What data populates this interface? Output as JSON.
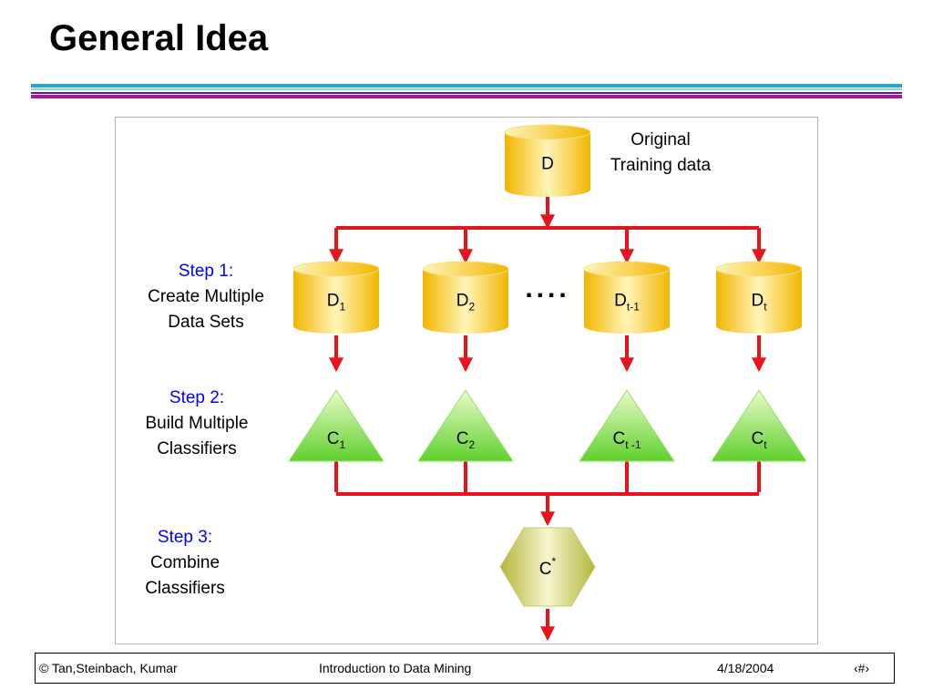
{
  "slide": {
    "title": "General Idea"
  },
  "diagram": {
    "original_label": [
      "Original",
      "Training data"
    ],
    "root_dataset": {
      "label": "D",
      "sub": ""
    },
    "datasets": [
      {
        "label": "D",
        "sub": "1"
      },
      {
        "label": "D",
        "sub": "2"
      },
      {
        "label": "D",
        "sub": "t-1"
      },
      {
        "label": "D",
        "sub": "t"
      }
    ],
    "classifiers": [
      {
        "label": "C",
        "sub": "1"
      },
      {
        "label": "C",
        "sub": "2"
      },
      {
        "label": "C",
        "sub": "t -1"
      },
      {
        "label": "C",
        "sub": "t"
      }
    ],
    "combined": {
      "label": "C",
      "sup": "*"
    },
    "ellipsis": "....",
    "steps": [
      {
        "title": "Step 1:",
        "desc": [
          "Create Multiple",
          "Data Sets"
        ]
      },
      {
        "title": "Step 2:",
        "desc": [
          "Build Multiple",
          "Classifiers"
        ]
      },
      {
        "title": "Step 3:",
        "desc": [
          "Combine",
          "Classifiers"
        ]
      }
    ],
    "colors": {
      "arrow": "#e8141b",
      "cylinder_light": "#fff4b8",
      "cylinder_dark": "#f2b600",
      "triangle_light": "#e8fbc8",
      "triangle_dark": "#5fd12c",
      "hexagon_light": "#f6f6cf",
      "hexagon_dark": "#b5b53a",
      "step_title": "#0000ff"
    }
  },
  "footer": {
    "copyright": "© Tan,Steinbach, Kumar",
    "course": "Introduction to Data Mining",
    "date": "4/18/2004",
    "page": "‹#›"
  }
}
